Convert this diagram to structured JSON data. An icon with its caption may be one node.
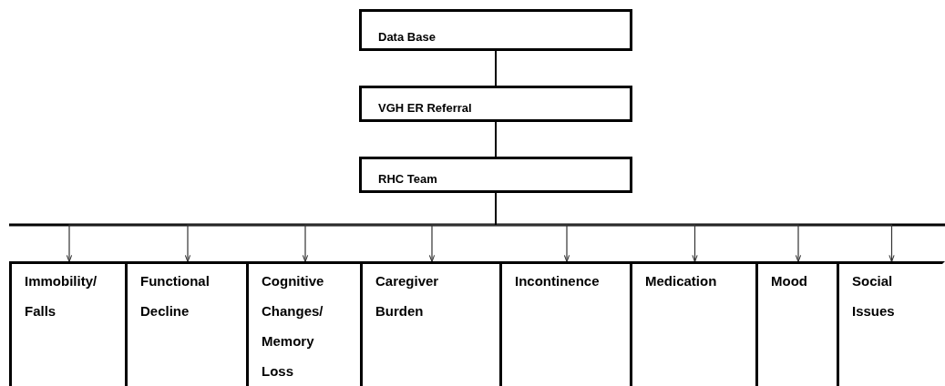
{
  "diagram": {
    "nodes": [
      {
        "text": [
          "Data Base"
        ]
      },
      {
        "text": [
          "VGH ER Referral"
        ]
      },
      {
        "text": [
          "RHC  Team"
        ]
      },
      {
        "text": [
          "Immobility/ Falls"
        ]
      },
      {
        "text": [
          "Functional Decline"
        ]
      },
      {
        "text": [
          "Cognitive Changes/ Memory Loss"
        ]
      },
      {
        "text": [
          "Caregiver Burden"
        ]
      },
      {
        "text": [
          "Incontinence"
        ]
      },
      {
        "text": [
          "Medication"
        ]
      },
      {
        "text": [
          "Mood"
        ]
      },
      {
        "text": [
          "Social Issues"
        ]
      }
    ],
    "edges": [
      {
        "from": 0,
        "to": 1,
        "arrow": "none"
      },
      {
        "from": 1,
        "to": 2,
        "arrow": "none"
      },
      {
        "from": 2,
        "to": 3,
        "arrow": "to"
      },
      {
        "from": 2,
        "to": 4,
        "arrow": "to"
      },
      {
        "from": 2,
        "to": 5,
        "arrow": "to"
      },
      {
        "from": 2,
        "to": 6,
        "arrow": "to"
      },
      {
        "from": 2,
        "to": 7,
        "arrow": "to"
      },
      {
        "from": 2,
        "to": 8,
        "arrow": "to"
      },
      {
        "from": 2,
        "to": 9,
        "arrow": "to"
      },
      {
        "from": 2,
        "to": 10,
        "arrow": "to"
      }
    ]
  }
}
